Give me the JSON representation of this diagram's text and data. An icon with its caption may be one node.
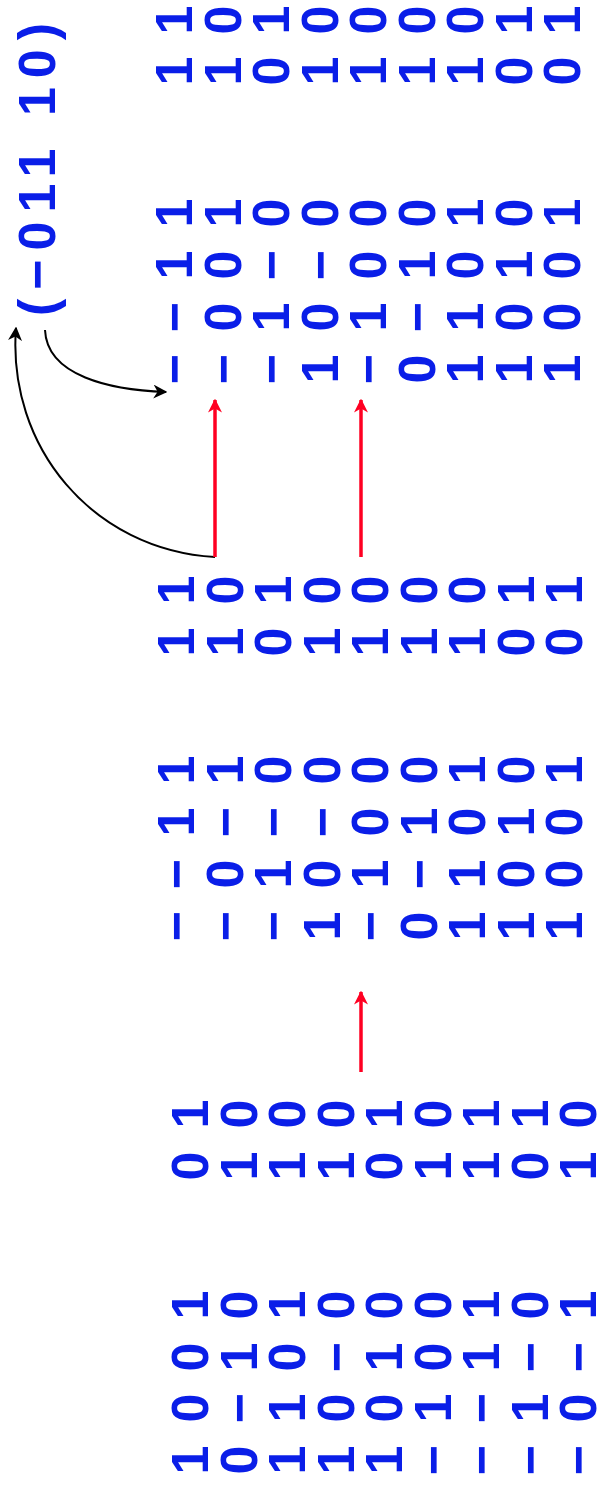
{
  "diagram": {
    "nodes": [
      {
        "text": [
          "(−011 10)"
        ]
      },
      {
        "text": [
          "110000101",
          "10−−01010",
          "−0101−100",
          "−−−1−0111"
        ]
      },
      {
        "text": [
          "101000011",
          "110111100"
        ]
      },
      {
        "text": [
          "110000101",
          "1−−−01010",
          "−0101−100",
          "−−−1−0111"
        ]
      },
      {
        "text": [
          "100010110",
          "011101101"
        ]
      }
    ],
    "edges": [
      {
        "from": 0,
        "to": 1,
        "arrow": "to",
        "color": "#000000"
      },
      {
        "from": 2,
        "to": 0,
        "arrow": "to",
        "color": "#000000"
      },
      {
        "from": 2,
        "to": 1,
        "arrow": "to"
      },
      {
        "from": 2,
        "to": 1,
        "arrow": "to"
      },
      {
        "from": 4,
        "to": 3,
        "arrow": "to"
      }
    ],
    "labels": [
      "101000011",
      "110111100",
      "101000101",
      "010−101−−",
      "0−1001−10",
      "10111−−−−"
    ]
  }
}
